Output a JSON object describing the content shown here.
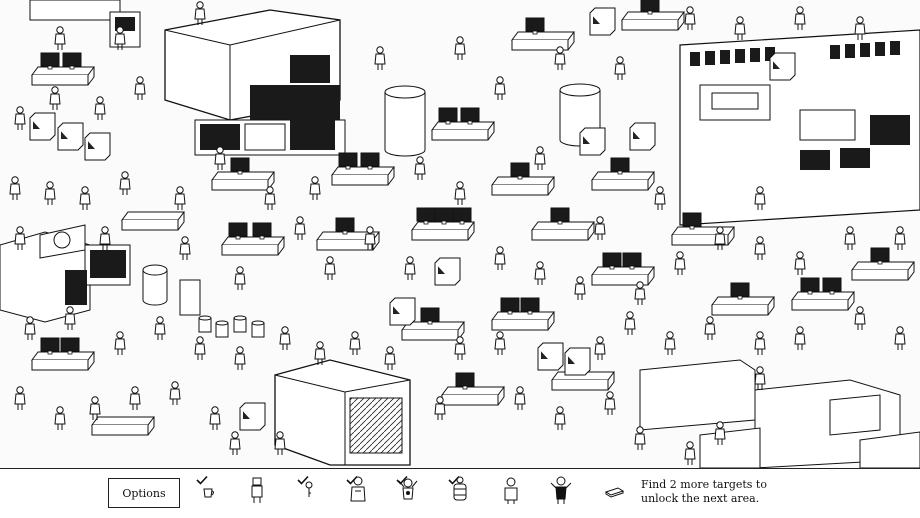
{
  "hud": {
    "options_label": "Options",
    "hint_line1": "Find 2 more targets to",
    "hint_line2": "unlock the next area."
  },
  "targets": [
    {
      "icon": "cup-icon",
      "found": true
    },
    {
      "icon": "robot-worker-icon",
      "found": false
    },
    {
      "icon": "key-icon",
      "found": true
    },
    {
      "icon": "scientist-icon",
      "found": true
    },
    {
      "icon": "dancer-icon",
      "found": true
    },
    {
      "icon": "barrel-robot-icon",
      "found": true
    },
    {
      "icon": "worker-icon",
      "found": false
    },
    {
      "icon": "waving-man-icon",
      "found": false
    },
    {
      "icon": "soap-bar-icon",
      "found": false
    }
  ],
  "colors": {
    "ink": "#111111",
    "paper": "#ffffff"
  }
}
